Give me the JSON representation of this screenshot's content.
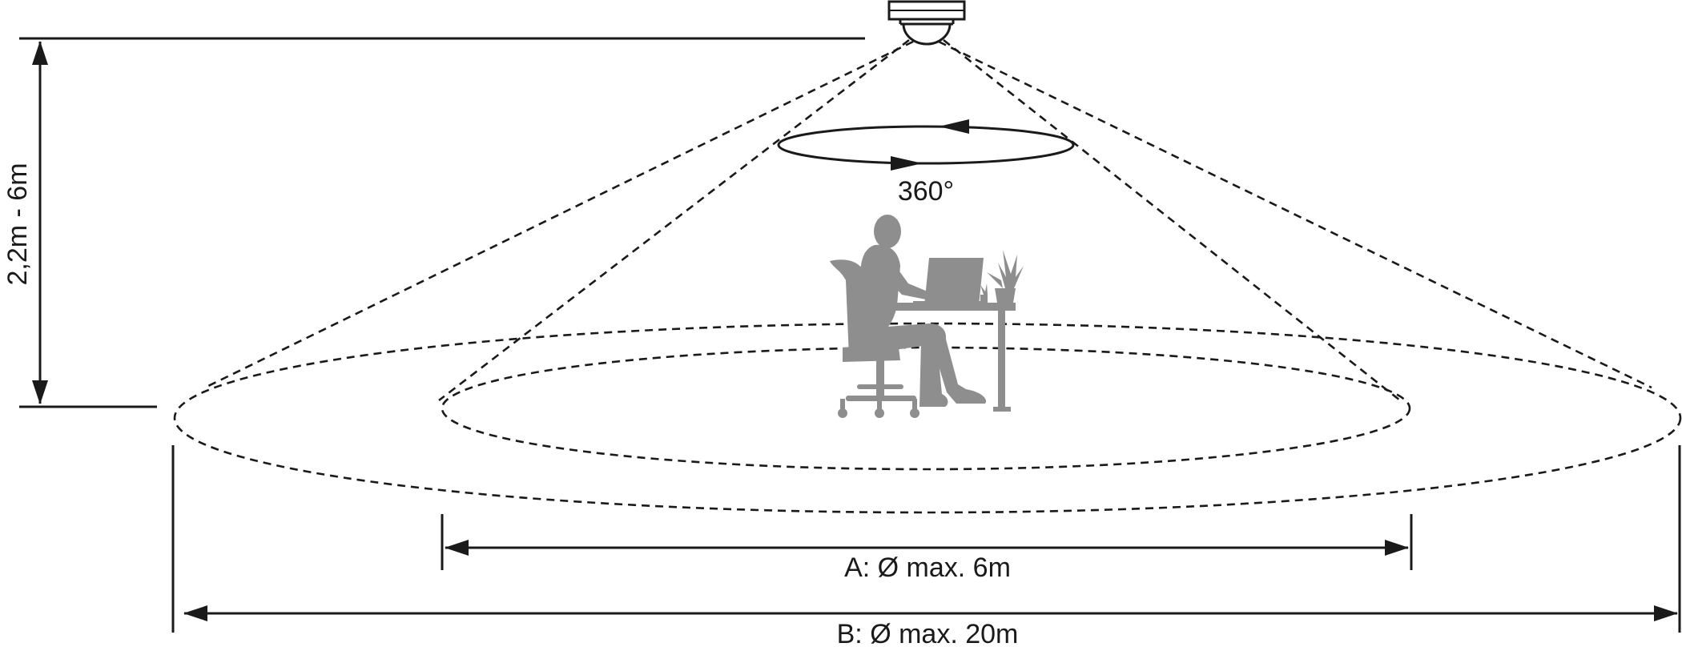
{
  "diagram": {
    "rotation_label": "360°",
    "height_label": "2,2m - 6m",
    "range_a_label": "A: Ø max. 6m",
    "range_b_label": "B: Ø max. 20m",
    "icons": [
      "ceiling-sensor-icon",
      "person-at-desk-icon",
      "plant-icon",
      "laptop-icon"
    ],
    "colors": {
      "lines": "#1a1a1a",
      "silhouette": "#8e8e8e",
      "background": "#ffffff"
    }
  }
}
